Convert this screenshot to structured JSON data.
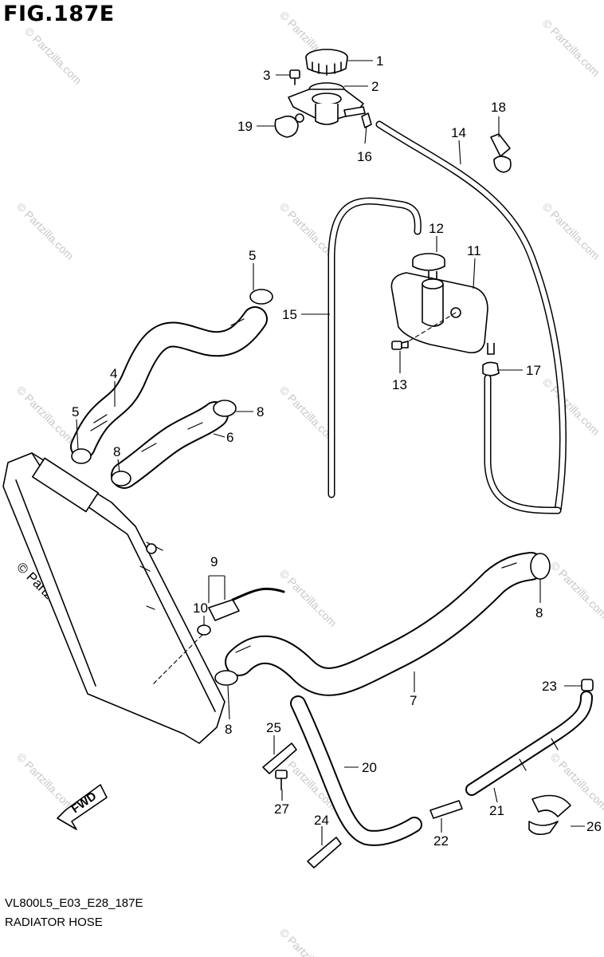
{
  "figure": {
    "title": "FIG.187E",
    "code": "VL800L5_E03_E28_187E",
    "name": "RADIATOR HOSE",
    "fwd_label": "FWD",
    "watermark": "© Partzilla.com",
    "side_watermark": "© Partzilla.com"
  },
  "callouts": {
    "c1": "1",
    "c2": "2",
    "c3": "3",
    "c4": "4",
    "c5a": "5",
    "c5b": "5",
    "c6": "6",
    "c7": "7",
    "c8a": "8",
    "c8b": "8",
    "c8c": "8",
    "c8d": "8",
    "c9": "9",
    "c10": "10",
    "c11": "11",
    "c12": "12",
    "c13": "13",
    "c14": "14",
    "c15": "15",
    "c16": "16",
    "c17": "17",
    "c18": "18",
    "c19": "19",
    "c20": "20",
    "c21": "21",
    "c22": "22",
    "c23": "23",
    "c24": "24",
    "c25": "25",
    "c26": "26",
    "c27": "27"
  }
}
